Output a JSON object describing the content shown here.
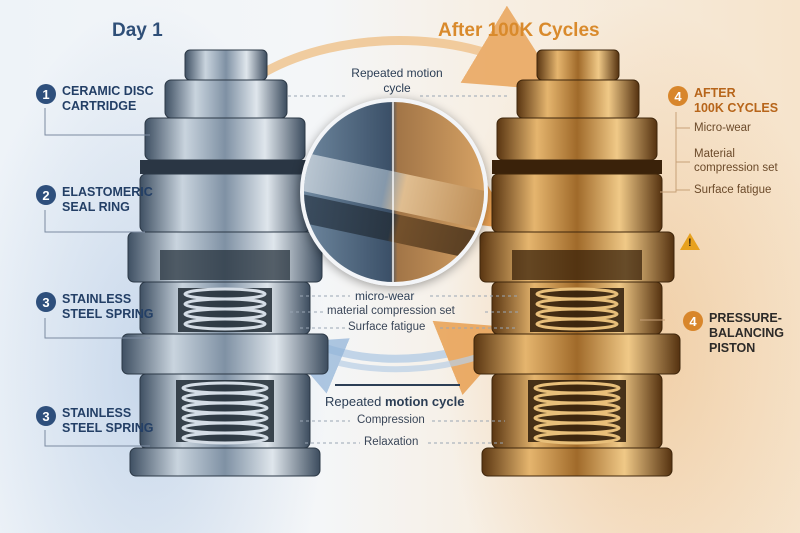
{
  "titles": {
    "left": "Day 1",
    "right": "After 100K Cycles"
  },
  "left_callouts": [
    {
      "num": "1",
      "label": "CERAMIC DISC\nCARTRIDGE"
    },
    {
      "num": "2",
      "label": "ELASTOMERIC\nSEAL RING"
    },
    {
      "num": "3",
      "label": "STAINLESS\nSTEEL SPRING"
    },
    {
      "num": "3",
      "label": "STAINLESS\nSTEEL SPRING"
    }
  ],
  "right_callouts": [
    {
      "num": "4",
      "label": "AFTER\n100K CYCLES"
    },
    {
      "num": "4",
      "label": "PRESSURE-\nBALANCING\nPISTON"
    }
  ],
  "right_sub": [
    "Micro-wear",
    "Material\ncompression set",
    "Surface fatigue"
  ],
  "center": {
    "top_cycle": "Repeated motion\ncycle",
    "mid_items": [
      "micro-wear",
      "material compression set",
      "Surface fatigue"
    ],
    "bottom_title_a": "Repeated ",
    "bottom_title_b": "motion cycle",
    "bottom_items": [
      "Compression",
      "Relaxation"
    ]
  },
  "colors": {
    "steel": "#8fa3b8",
    "brass": "#c48a3c",
    "accent_orange": "#d8862b",
    "accent_blue": "#2e4f7c"
  }
}
